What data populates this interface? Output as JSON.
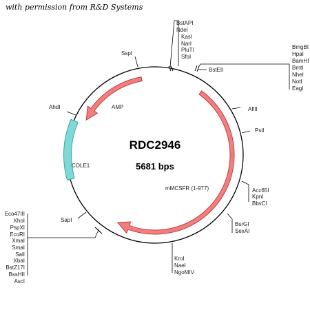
{
  "credit": "with permission from R&D Systems",
  "plasmid": {
    "name": "RDC2946",
    "size": "5681 bps"
  },
  "features": {
    "amp": "AMP",
    "cole1": "COLE1",
    "mmcsfr": "mMCSFR (1-977)"
  },
  "colors": {
    "circle": "#000000",
    "arrow_fill": "#ef7f80",
    "arrow_stroke": "#cc3a3a",
    "origin_fill": "#7fd9d6",
    "origin_stroke": "#3aa7a4"
  },
  "sites": {
    "top_cluster": [
      "BstAPI",
      "NdeI",
      "KasI",
      "NarI",
      "PluTI",
      "SfoI"
    ],
    "sspi": "SspI",
    "bsteii": "BstEII",
    "right_cluster": [
      "BmgBI",
      "HpaI",
      "BamHI",
      "BmtI",
      "NheI",
      "NotI",
      "EagI"
    ],
    "aflii": "AflII",
    "psii": "PsiI",
    "acc_cluster": [
      "Acc65I",
      "KpnI",
      "BbvCI"
    ],
    "bsr_cluster": [
      "BsrGI",
      "SexAI"
    ],
    "kroi_cluster": [
      "KroI",
      "NaeI",
      "NgoMIV"
    ],
    "left_cluster": [
      "Eco47III",
      "XhoI",
      "PspXI",
      "EcoRI",
      "XmaI",
      "SmaI",
      "SalI",
      "XbaI",
      "BstZ17I",
      "BssHII",
      "AscI"
    ],
    "sapi": "SapI",
    "ahdi": "AhdI"
  }
}
